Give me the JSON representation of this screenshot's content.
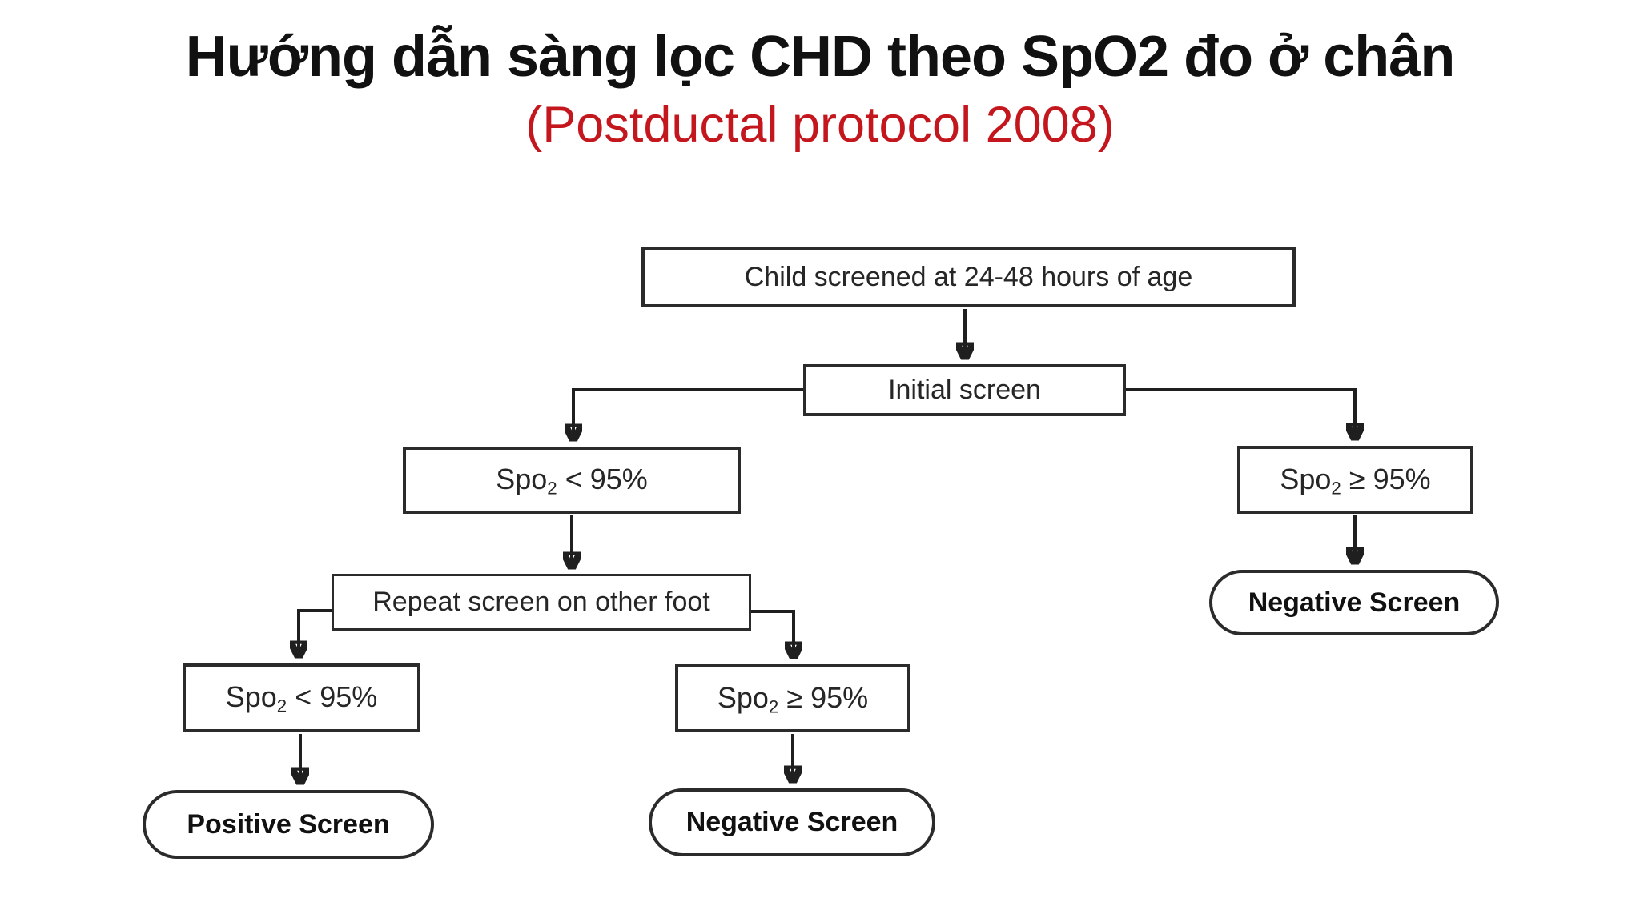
{
  "slide": {
    "title_line1": "Hướng dẫn sàng lọc CHD theo SpO2 đo ở chân",
    "title_line2": "(Postductal protocol 2008)"
  },
  "colors": {
    "title_text": "#111111",
    "accent_red": "#c3161d",
    "line": "#1f1f1f",
    "box_border": "#2b2b2b",
    "background": "#ffffff"
  },
  "flowchart": {
    "child": {
      "label": "Child screened at 24-48 hours of age"
    },
    "initial": {
      "label": "Initial screen"
    },
    "spo2_initial_low": {
      "base": "Spo",
      "sub": "2",
      "cond": " < 95%"
    },
    "spo2_initial_high": {
      "base": "Spo",
      "sub": "2",
      "cond": " ≥ 95%"
    },
    "repeat": {
      "label": "Repeat screen on other foot"
    },
    "spo2_repeat_low": {
      "base": "Spo",
      "sub": "2",
      "cond": " < 95%"
    },
    "spo2_repeat_high": {
      "base": "Spo",
      "sub": "2",
      "cond": " ≥ 95%"
    },
    "positive": {
      "label": "Positive Screen"
    },
    "negative_repeat": {
      "label": "Negative Screen"
    },
    "negative_initial": {
      "label": "Negative Screen"
    }
  }
}
